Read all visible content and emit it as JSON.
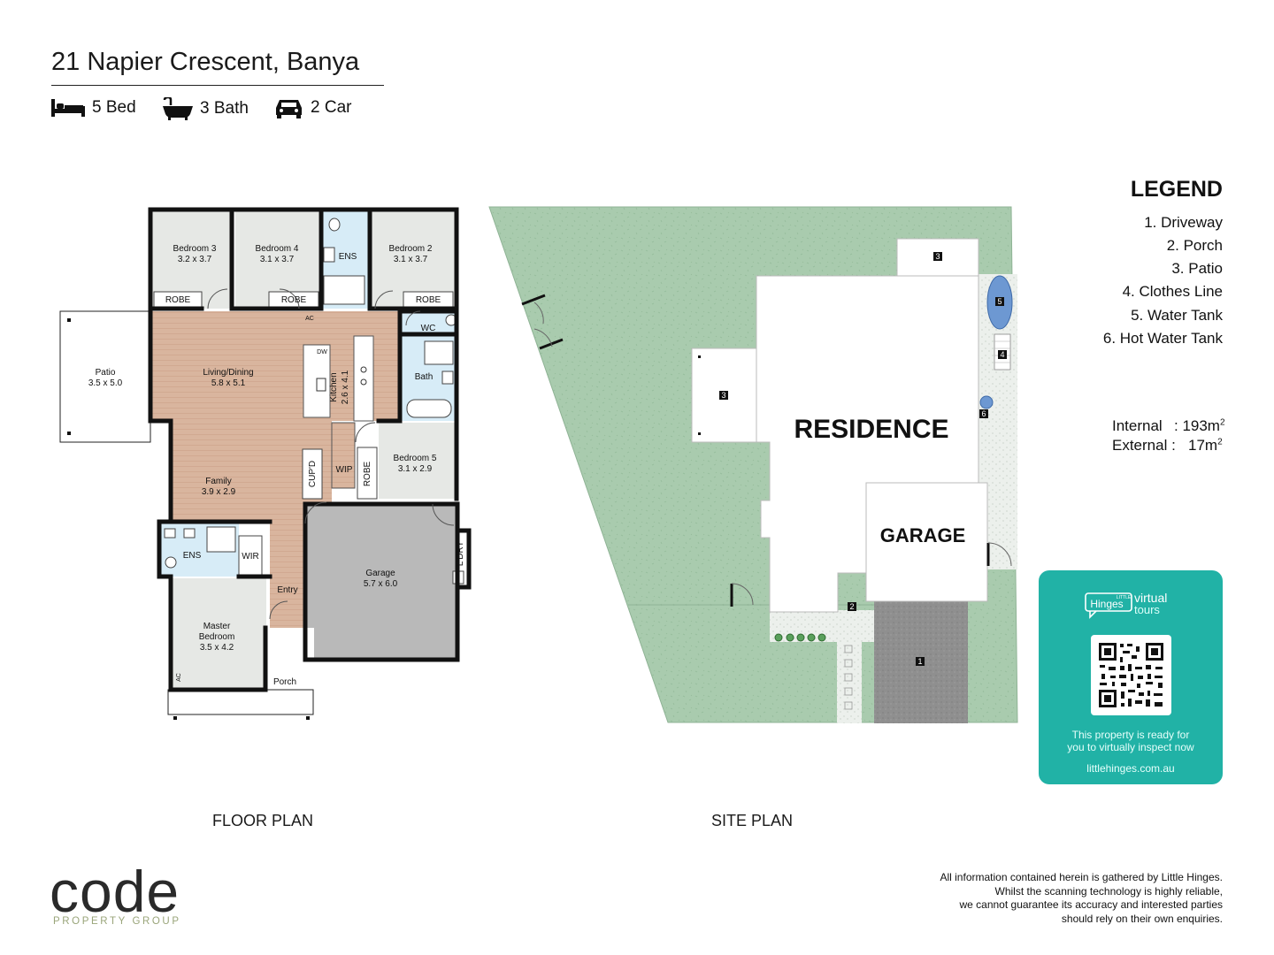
{
  "header": {
    "title": "21 Napier Crescent, Banya",
    "features": [
      {
        "icon": "bed-icon",
        "label": "5 Bed"
      },
      {
        "icon": "bath-icon",
        "label": "3 Bath"
      },
      {
        "icon": "car-icon",
        "label": "2 Car"
      }
    ]
  },
  "floor_plan": {
    "caption": "FLOOR PLAN",
    "rooms": {
      "bedroom3": {
        "name": "Bedroom 3",
        "size": "3.2 x 3.7"
      },
      "bedroom4": {
        "name": "Bedroom 4",
        "size": "3.1 x 3.7"
      },
      "bedroom2": {
        "name": "Bedroom 2",
        "size": "3.1 x 3.7"
      },
      "ens_top": {
        "name": "ENS"
      },
      "robe1": {
        "name": "ROBE"
      },
      "robe2": {
        "name": "ROBE"
      },
      "robe3": {
        "name": "ROBE"
      },
      "robe4": {
        "name": "ROBE"
      },
      "ac1": {
        "name": "AC"
      },
      "ac2": {
        "name": "AC"
      },
      "wc": {
        "name": "WC"
      },
      "patio": {
        "name": "Patio",
        "size": "3.5 x 5.0"
      },
      "living": {
        "name": "Living/Dining",
        "size": "5.8 x 5.1"
      },
      "dw": {
        "name": "DW"
      },
      "kitchen": {
        "name": "Kitchen",
        "size": "2.6 x 4.1"
      },
      "bath": {
        "name": "Bath"
      },
      "bedroom5": {
        "name": "Bedroom 5",
        "size": "3.1 x 2.9"
      },
      "cupd": {
        "name": "CUP'D"
      },
      "wip": {
        "name": "WIP"
      },
      "family": {
        "name": "Family",
        "size": "3.9 x 2.9"
      },
      "ens_master": {
        "name": "ENS"
      },
      "wir": {
        "name": "WIR"
      },
      "garage": {
        "name": "Garage",
        "size": "5.7 x 6.0"
      },
      "laundry": {
        "name": "L'DRY"
      },
      "entry": {
        "name": "Entry"
      },
      "master": {
        "name1": "Master",
        "name2": "Bedroom",
        "size": "3.5 x 4.2"
      },
      "porch": {
        "name": "Porch"
      }
    }
  },
  "site_plan": {
    "caption": "SITE PLAN",
    "residence_label": "RESIDENCE",
    "garage_label": "GARAGE",
    "markers": [
      "1",
      "2",
      "3",
      "3",
      "4",
      "5",
      "6"
    ]
  },
  "legend": {
    "title": "LEGEND",
    "items": [
      "1. Driveway",
      "2. Porch",
      "3. Patio",
      "4. Clothes Line",
      "5. Water Tank",
      "6. Hot Water Tank"
    ]
  },
  "areas": {
    "internal_label": "Internal",
    "internal_value": ": 193m",
    "external_label": "External :",
    "external_value": "17m",
    "unit_sup": "2"
  },
  "tour_card": {
    "brand_small": "LITTLE",
    "brand": "Hinges",
    "virtual": "virtual",
    "tours": "tours",
    "line1": "This property is ready for",
    "line2": "you to virtually inspect now",
    "url": "littlehinges.com.au"
  },
  "disclaimer": {
    "lines": [
      "All information contained herein is gathered by Little Hinges.",
      "Whilst the scanning technology is highly reliable,",
      "we cannot guarantee its accuracy and interested parties",
      "should rely on their own enquiries."
    ]
  },
  "logo": {
    "word": "code",
    "sub": "PROPERTY GROUP"
  },
  "colors": {
    "wood": "#d9b59e",
    "carpet": "#e6e8e5",
    "wet": "#d7ecf7",
    "garage": "#b9b9b9",
    "lawn": "#a9cbae",
    "gravel": "#ecf0ec",
    "driveway": "#8f8f8f",
    "tank": "#6d98d2",
    "brand_teal": "#21b2a6"
  }
}
